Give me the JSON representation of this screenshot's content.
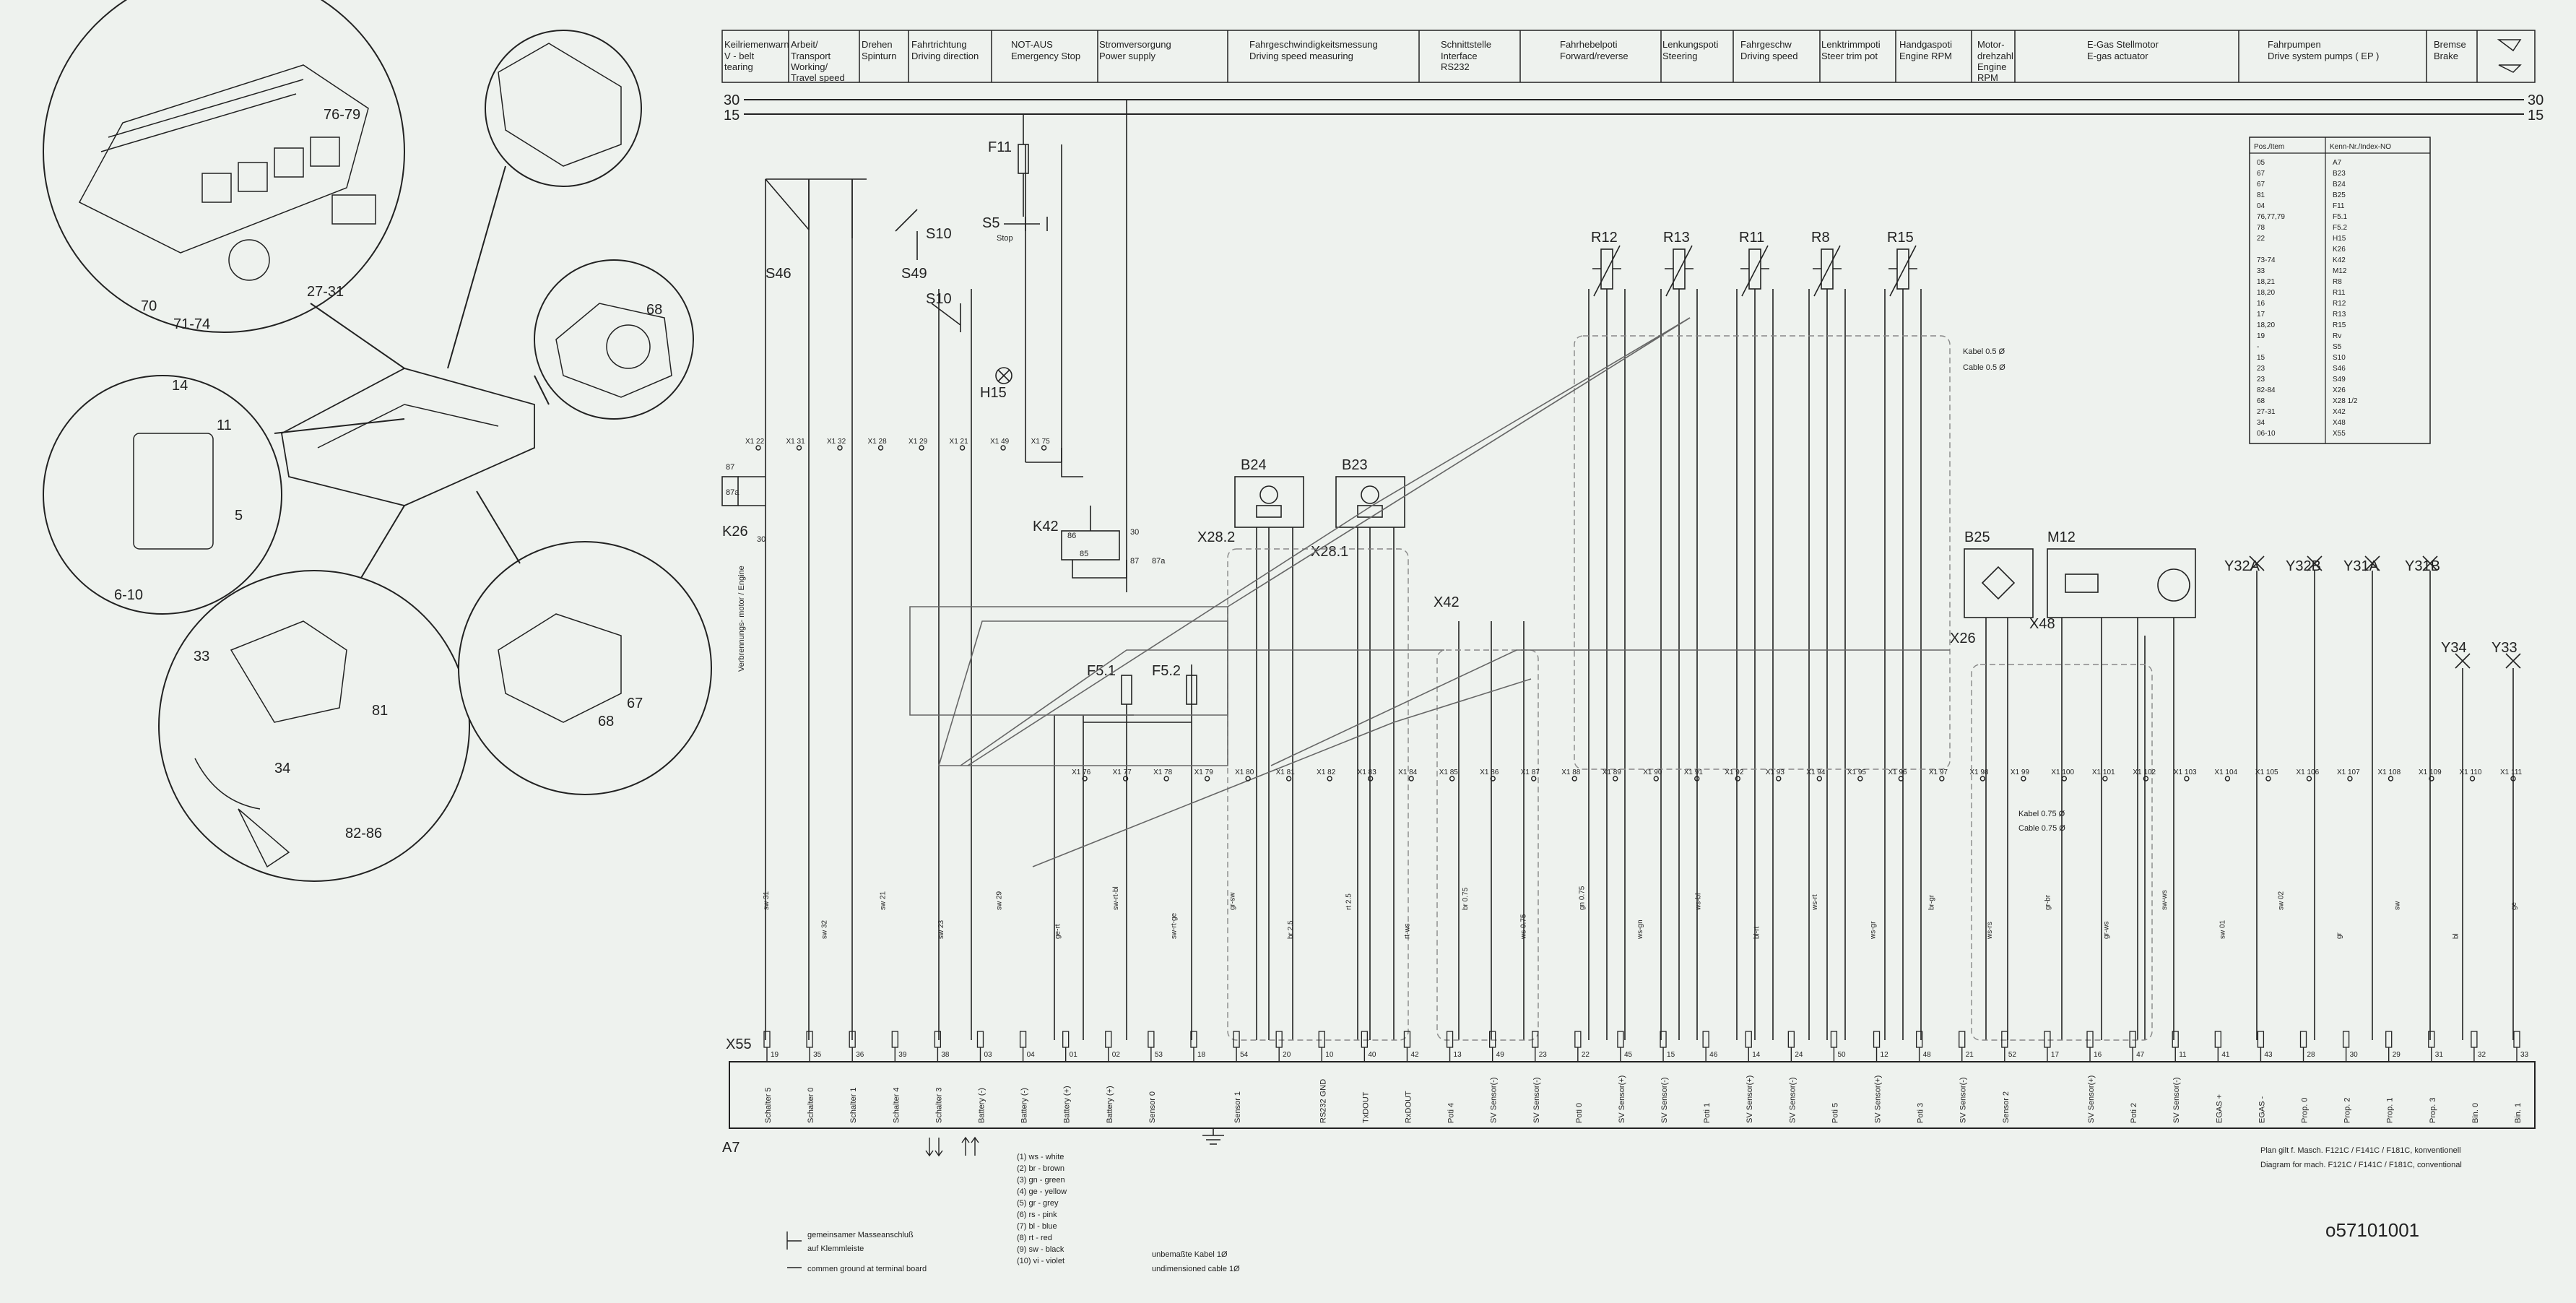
{
  "header_cells": [
    {
      "de": "Keilriemenwarn",
      "en": [
        "V - belt",
        "tearing"
      ]
    },
    {
      "de": "Arbeit/",
      "en": [
        "Transport",
        "Working/",
        "Travel speed"
      ]
    },
    {
      "de": "Drehen",
      "en": [
        "Spinturn"
      ]
    },
    {
      "de": "Fahrtrichtung",
      "en": [
        "Driving direction"
      ]
    },
    {
      "de": "NOT-AUS",
      "en": [
        "Emergency Stop"
      ]
    },
    {
      "de": "Stromversorgung",
      "en": [
        "Power supply"
      ]
    },
    {
      "de": "Fahrgeschwindigkeitsmessung",
      "en": [
        "Driving speed measuring"
      ]
    },
    {
      "de": "Schnittstelle",
      "en": [
        "Interface",
        "RS232"
      ]
    },
    {
      "de": "Fahrhebelpoti",
      "en": [
        "Forward/reverse"
      ]
    },
    {
      "de": "Lenkungspoti",
      "en": [
        "Steering"
      ]
    },
    {
      "de": "Fahrgeschw",
      "en": [
        "Driving speed"
      ]
    },
    {
      "de": "Lenktrimmpoti",
      "en": [
        "Steer trim pot"
      ]
    },
    {
      "de": "Handgaspoti",
      "en": [
        "Engine RPM"
      ]
    },
    {
      "de": "Motor-",
      "en": [
        "drehzahl",
        "Engine",
        "RPM"
      ]
    },
    {
      "de": "E-Gas Stellmotor",
      "en": [
        "E-gas actuator"
      ]
    },
    {
      "de": "Fahrpumpen",
      "en": [
        "Drive system pumps ( EP )"
      ]
    },
    {
      "de": "Bremse",
      "en": [
        "Brake"
      ]
    }
  ],
  "rails": {
    "r30": "30",
    "r15": "15"
  },
  "components": {
    "s46": "S46",
    "s49": "S49",
    "s10a": "S10",
    "s10b": "S10",
    "s5": "S5",
    "s5_stop": "Stop",
    "f11": "F11",
    "f51": "F5.1",
    "f52": "F5.2",
    "h15": "H15",
    "k26": "K26",
    "k26_87": "87",
    "k26_87a": "87a",
    "k26_30": "30",
    "k26_vert": "Verbrennungs- motor / Engine",
    "k42": "K42",
    "k42_85": "85",
    "k42_86": "86",
    "k42_87": "87",
    "k42_87a": "87a",
    "k42_30": "30",
    "b24": "B24",
    "b23": "B23",
    "b25": "B25",
    "m12": "M12",
    "x42": "X42",
    "x28_2": "X28.2",
    "x28_1": "X28.1",
    "x26": "X26",
    "x48": "X48",
    "y32a": "Y32A",
    "y32b": "Y32B",
    "y31a": "Y31A",
    "y31b": "Y31B",
    "y34": "Y34",
    "y33": "Y33",
    "a7": "A7",
    "x55": "X55",
    "kabel1": "Kabel 0.5 Ø",
    "kabel1_en": "Cable 0.5 Ø",
    "kabel2": "Kabel 0.75 Ø",
    "kabel2_en": "Cable 0.75 Ø"
  },
  "pots": [
    "R12",
    "R13",
    "R11",
    "R8",
    "R15"
  ],
  "x1_terminals": [
    "X1 22",
    "X1 31",
    "X1 32",
    "X1 28",
    "X1 29",
    "X1 21",
    "X1 49",
    "X1 75",
    "X1 76",
    "X1 77",
    "X1 78",
    "X1 79",
    "X1 80",
    "X1 81",
    "X1 82",
    "X1 83",
    "X1 84",
    "X1 85",
    "X1 86",
    "X1 87",
    "X1 88",
    "X1 89",
    "X1 90",
    "X1 91",
    "X1 92",
    "X1 93",
    "X1 94",
    "X1 95",
    "X1 96",
    "X1 97",
    "X1 98",
    "X1 99",
    "X1 100",
    "X1 101",
    "X1 102",
    "X1 103",
    "X1 104",
    "X1 105",
    "X1 106",
    "X1 107",
    "X1 108",
    "X1 109",
    "X1 110",
    "X1 111"
  ],
  "wire_labels": [
    "sw 31",
    "sw 32",
    "sw 21",
    "sw 23",
    "sw 29",
    "ge-rt",
    "sw-rt-bl",
    "sw-rt-ge",
    "gr-sw",
    "br 2.5",
    "rt 2.5",
    "rt-ws",
    "br 0.75",
    "ws 0.75",
    "gn 0.75",
    "ws-gn",
    "ws-bl",
    "bl-rt",
    "ws-rt",
    "ws-gr",
    "br-gr",
    "ws-rs",
    "gr-br",
    "gr-ws",
    "sw-ws",
    "sw 01",
    "sw 02",
    "gr",
    "sw",
    "bl",
    "ge"
  ],
  "bottom_pins": [
    {
      "n": "19",
      "label": "Schalter 5"
    },
    {
      "n": "35",
      "label": "Schalter 0"
    },
    {
      "n": "36",
      "label": "Schalter 1"
    },
    {
      "n": "39",
      "label": "Schalter 4"
    },
    {
      "n": "38",
      "label": "Schalter 3"
    },
    {
      "n": "03",
      "label": "Battery (-)"
    },
    {
      "n": "04",
      "label": "Battery (-)"
    },
    {
      "n": "01",
      "label": "Battery (+)"
    },
    {
      "n": "02",
      "label": "Battery (+)"
    },
    {
      "n": "53",
      "label": "Sensor 0"
    },
    {
      "n": "18",
      "label": ""
    },
    {
      "n": "54",
      "label": "Sensor 1"
    },
    {
      "n": "20",
      "label": ""
    },
    {
      "n": "10",
      "label": "RS232 GND"
    },
    {
      "n": "40",
      "label": "TxDOUT"
    },
    {
      "n": "42",
      "label": "RxDOUT"
    },
    {
      "n": "13",
      "label": "Poti 4"
    },
    {
      "n": "49",
      "label": "SV Sensor(-)"
    },
    {
      "n": "23",
      "label": "SV Sensor(-)"
    },
    {
      "n": "22",
      "label": "Poti 0"
    },
    {
      "n": "45",
      "label": "SV Sensor(+)"
    },
    {
      "n": "15",
      "label": "SV Sensor(-)"
    },
    {
      "n": "46",
      "label": "Poti 1"
    },
    {
      "n": "14",
      "label": "SV Sensor(+)"
    },
    {
      "n": "24",
      "label": "SV Sensor(-)"
    },
    {
      "n": "50",
      "label": "Poti 5"
    },
    {
      "n": "12",
      "label": "SV Sensor(+)"
    },
    {
      "n": "48",
      "label": "Poti 3"
    },
    {
      "n": "21",
      "label": "SV Sensor(-)"
    },
    {
      "n": "52",
      "label": "Sensor 2"
    },
    {
      "n": "17",
      "label": ""
    },
    {
      "n": "16",
      "label": "SV Sensor(+)"
    },
    {
      "n": "47",
      "label": "Poti 2"
    },
    {
      "n": "11",
      "label": "SV Sensor(-)"
    },
    {
      "n": "41",
      "label": "EGAS +"
    },
    {
      "n": "43",
      "label": "EGAS -"
    },
    {
      "n": "28",
      "label": "Prop. 0"
    },
    {
      "n": "30",
      "label": "Prop. 2"
    },
    {
      "n": "29",
      "label": "Prop. 1"
    },
    {
      "n": "31",
      "label": "Prop. 3"
    },
    {
      "n": "32",
      "label": "Bin. 0"
    },
    {
      "n": "33",
      "label": "Bin. 1"
    }
  ],
  "pos_table": {
    "headers": [
      "Pos./Item",
      "Kenn-Nr./Index-NO"
    ],
    "rows": [
      [
        "05",
        "A7"
      ],
      [
        "67",
        "B23"
      ],
      [
        "67",
        "B24"
      ],
      [
        "81",
        "B25"
      ],
      [
        "04",
        "F11"
      ],
      [
        "76,77,79",
        "F5.1"
      ],
      [
        "78",
        "F5.2"
      ],
      [
        "22",
        "H15"
      ],
      [
        "",
        "K26"
      ],
      [
        "73-74",
        "K42"
      ],
      [
        "33",
        "M12"
      ],
      [
        "18,21",
        "R8"
      ],
      [
        "18,20",
        "R11"
      ],
      [
        "16",
        "R12"
      ],
      [
        "17",
        "R13"
      ],
      [
        "18,20",
        "R15"
      ],
      [
        "19",
        "Rv"
      ],
      [
        "-",
        "S5"
      ],
      [
        "15",
        "S10"
      ],
      [
        "23",
        "S46"
      ],
      [
        "23",
        "S49"
      ],
      [
        "82-84",
        "X26"
      ],
      [
        "68",
        "X28 1/2"
      ],
      [
        "27-31",
        "X42"
      ],
      [
        "34",
        "X48"
      ],
      [
        "06-10",
        "X55"
      ]
    ]
  },
  "legend": [
    "(1) ws - white",
    "(2) br - brown",
    "(3) gn - green",
    "(4) ge - yellow",
    "(5) gr - grey",
    "(6) rs - pink",
    "(7) bl - blue",
    "(8) rt - red",
    "(9) sw - black",
    "(10) vi - violet"
  ],
  "ground_note": [
    "gemeinsamer Masseanschluß",
    "auf Klemmleiste",
    "commen ground at terminal board"
  ],
  "cable_note": [
    "unbemaßte Kabel 1Ø",
    "undimensioned cable 1Ø"
  ],
  "plan_note": [
    "Plan gilt f. Masch. F121C / F141C / F181C, konventionell",
    "Diagram for mach. F121C / F141C / F181C, conventional"
  ],
  "doc_number": "o57101001",
  "callouts": [
    "76-79",
    "70",
    "71-74",
    "27-31",
    "68",
    "14",
    "11",
    "5",
    "6-10",
    "33",
    "81",
    "34",
    "82-86",
    "67",
    "68"
  ]
}
